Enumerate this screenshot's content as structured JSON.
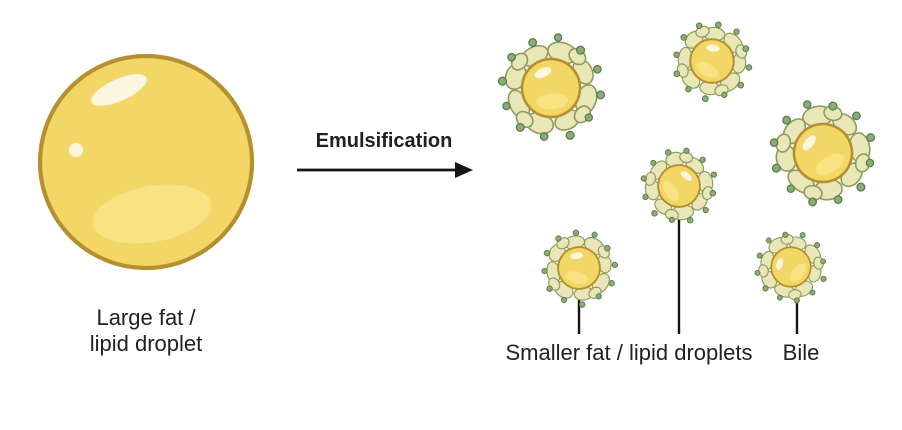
{
  "diagram": {
    "labels": {
      "large_droplet_line1": "Large fat /",
      "large_droplet_line2": "lipid droplet",
      "arrow": "Emulsification",
      "small_droplets": "Smaller fat / lipid droplets",
      "bile": "Bile"
    },
    "figures": {
      "small_droplet_count": 6
    },
    "colors": {
      "droplet_fill": "#F3D766",
      "droplet_fill_light": "#F8E88F",
      "droplet_stroke": "#B6902F",
      "highlight": "#FDF9EC",
      "bile_blob_fill": "#E9E6B8",
      "bile_blob_stroke": "#8D9C5E",
      "bile_dot_fill": "#8AAD74",
      "bile_dot_stroke": "#5B7C4E",
      "arrow": "#141414",
      "text": "#212121"
    }
  }
}
